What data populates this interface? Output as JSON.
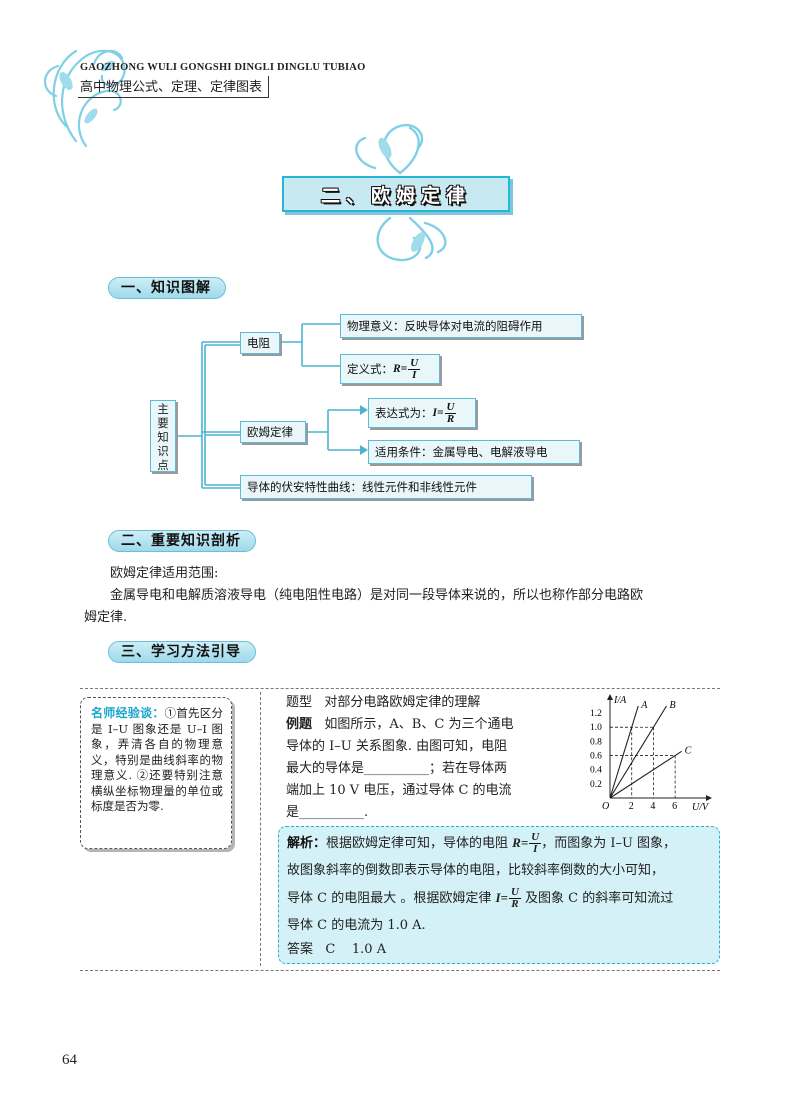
{
  "header": {
    "en_title": "GAOZHONG WULI GONGSHI DINGLI DINGLU TUBIAO",
    "cn_title": "高中物理公式、定理、定律图表"
  },
  "chapter_title": "二、欧姆定律",
  "sections": [
    {
      "label": "一、知识图解"
    },
    {
      "label": "二、重要知识剖析"
    },
    {
      "label": "三、学习方法引导"
    }
  ],
  "mindmap": {
    "main": [
      "主",
      "要",
      "知",
      "识",
      "点"
    ],
    "resistance": "电阻",
    "res_meaning": "物理意义：反映导体对电流的阻碍作用",
    "res_def_prefix": "定义式：",
    "res_def_lhs": "R=",
    "res_def_num": "U",
    "res_def_den": "I",
    "ohm": "欧姆定律",
    "ohm_expr_prefix": "表达式为：",
    "ohm_expr_lhs": "I=",
    "ohm_expr_num": "U",
    "ohm_expr_den": "R",
    "ohm_cond": "适用条件：金属导电、电解液导电",
    "va_curve": "导体的伏安特性曲线：线性元件和非线性元件"
  },
  "analysis_text": {
    "line1": "欧姆定律适用范围:",
    "line2": "金属导电和电解质溶液导电（纯电阻性电路）是对同一段导体来说的，所以也称作部分电路欧",
    "line3": "姆定律."
  },
  "tip": {
    "label": "名师经验谈：",
    "text": "①首先区分是 I–U 图象还是 U–I 图象，弄清各自的物理意义，特别是曲线斜率的物理意义. ②还要特别注意横纵坐标物理量的单位或标度是否为零."
  },
  "question": {
    "type_label": "题型",
    "type_text": "对部分电路欧姆定律的理解",
    "example_label": "例题",
    "l1": "如图所示，A、B、C 为三个通电",
    "l2": "导体的 I–U 关系图象. 由图可知，电阻",
    "l3": "最大的导体是__________；若在导体两",
    "l4": "端加上 10 V 电压，通过导体 C 的电流",
    "l5": "是__________."
  },
  "answer": {
    "label": "解析：",
    "l1a": "根据欧姆定律可知，导体的电阻 ",
    "l1_lhs": "R=",
    "l1_num": "U",
    "l1_den": "I",
    "l1b": "，而图象为 I–U 图象，",
    "l2": "故图象斜率的倒数即表示导体的电阻，比较斜率倒数的大小可知，",
    "l3a": "导体 C 的电阻最大 。根据欧姆定律 ",
    "l3_lhs": "I=",
    "l3_num": "U",
    "l3_den": "R",
    "l3b": " 及图象 C 的斜率可知流过",
    "l4": "导体 C 的电流为 1.0 A.",
    "ans_label": "答案",
    "ans_text": "C    1.0 A"
  },
  "page_number": "64",
  "chart_data": {
    "type": "line",
    "title": "",
    "xlabel": "U/V",
    "ylabel": "I/A",
    "origin_label": "O",
    "x_ticks": [
      "2",
      "4",
      "6"
    ],
    "y_ticks": [
      "0.2",
      "0.4",
      "0.6",
      "0.8",
      "1.0",
      "1.2"
    ],
    "xlim": [
      0,
      7
    ],
    "ylim": [
      0,
      1.3
    ],
    "series": [
      {
        "name": "A",
        "x": [
          0,
          2.6
        ],
        "y": [
          0,
          1.3
        ]
      },
      {
        "name": "B",
        "x": [
          0,
          5.2
        ],
        "y": [
          0,
          1.3
        ]
      },
      {
        "name": "C",
        "x": [
          0,
          6.6
        ],
        "y": [
          0,
          0.66
        ]
      }
    ],
    "guides": [
      {
        "x": 2,
        "y": 1.0
      },
      {
        "x": 4,
        "y": 1.0
      },
      {
        "x": 6,
        "y": 0.6
      }
    ]
  }
}
